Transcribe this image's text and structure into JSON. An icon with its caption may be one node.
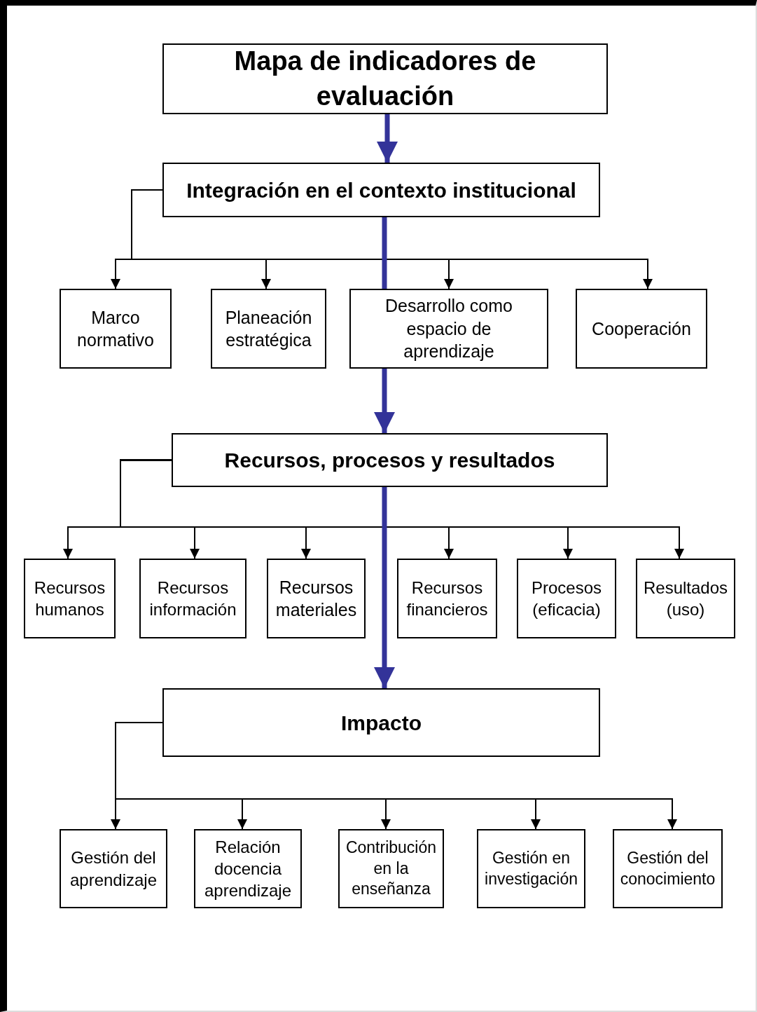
{
  "diagram": {
    "nodes": [
      {
        "text": [
          "Mapa de indicadores de evaluación"
        ]
      },
      {
        "text": [
          "Integración en el contexto institucional"
        ]
      },
      {
        "text": [
          "Marco normativo"
        ]
      },
      {
        "text": [
          "Planeación estratégica"
        ]
      },
      {
        "text": [
          "Desarrollo como espacio de aprendizaje"
        ]
      },
      {
        "text": [
          "Cooperación"
        ]
      },
      {
        "text": [
          "Recursos, procesos y resultados"
        ]
      },
      {
        "text": [
          "Recursos humanos"
        ]
      },
      {
        "text": [
          "Recursos información"
        ]
      },
      {
        "text": [
          "Recursos materiales"
        ]
      },
      {
        "text": [
          "Recursos financieros"
        ]
      },
      {
        "text": [
          "Procesos (eficacia)"
        ]
      },
      {
        "text": [
          "Resultados (uso)"
        ]
      },
      {
        "text": [
          "Impacto"
        ]
      },
      {
        "text": [
          "Gestión del aprendizaje"
        ]
      },
      {
        "text": [
          "Relación docencia aprendizaje"
        ]
      },
      {
        "text": [
          "Contribución en la enseñanza"
        ]
      },
      {
        "text": [
          "Gestión en investigación"
        ]
      },
      {
        "text": [
          "Gestión del conocimiento"
        ]
      }
    ],
    "edges": [
      {
        "from": 0,
        "to": 1,
        "arrow": "to",
        "style": "thick",
        "color": "#333399"
      },
      {
        "from": 1,
        "to": 2,
        "arrow": "to"
      },
      {
        "from": 1,
        "to": 3,
        "arrow": "to"
      },
      {
        "from": 1,
        "to": 4,
        "arrow": "to"
      },
      {
        "from": 1,
        "to": 5,
        "arrow": "to"
      },
      {
        "from": 1,
        "to": 4,
        "arrow": "none",
        "style": "thick",
        "color": "#333399"
      },
      {
        "from": 4,
        "to": 6,
        "arrow": "to",
        "style": "thick",
        "color": "#333399"
      },
      {
        "from": 6,
        "to": 7,
        "arrow": "to"
      },
      {
        "from": 6,
        "to": 8,
        "arrow": "to"
      },
      {
        "from": 6,
        "to": 9,
        "arrow": "to"
      },
      {
        "from": 6,
        "to": 10,
        "arrow": "to"
      },
      {
        "from": 6,
        "to": 11,
        "arrow": "to"
      },
      {
        "from": 6,
        "to": 12,
        "arrow": "to"
      },
      {
        "from": 6,
        "to": 13,
        "arrow": "to",
        "style": "thick",
        "color": "#333399"
      },
      {
        "from": 13,
        "to": 14,
        "arrow": "to"
      },
      {
        "from": 13,
        "to": 15,
        "arrow": "to"
      },
      {
        "from": 13,
        "to": 16,
        "arrow": "to"
      },
      {
        "from": 13,
        "to": 17,
        "arrow": "to"
      },
      {
        "from": 13,
        "to": 18,
        "arrow": "to"
      }
    ]
  }
}
